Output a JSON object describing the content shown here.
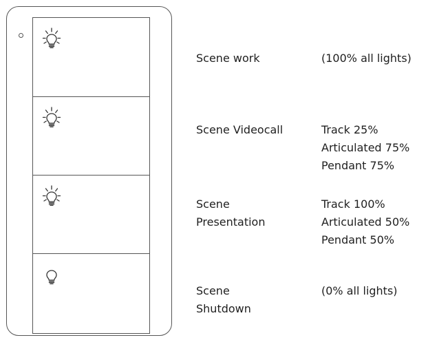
{
  "scenes": [
    {
      "name": "Scene work",
      "values": [
        "(100% all lights)"
      ],
      "icon": "bulb-on-icon"
    },
    {
      "name": "Scene Videocall",
      "values": [
        "Track 25%",
        "Articulated 75%",
        "Pendant 75%"
      ],
      "icon": "bulb-on-icon"
    },
    {
      "name_lines": [
        "Scene",
        "Presentation"
      ],
      "values": [
        "Track 100%",
        "Articulated 50%",
        "Pendant 50%"
      ],
      "icon": "bulb-on-icon"
    },
    {
      "name_lines": [
        "Scene",
        "Shutdown"
      ],
      "values": [
        "(0% all lights)"
      ],
      "icon": "bulb-off-icon"
    }
  ]
}
